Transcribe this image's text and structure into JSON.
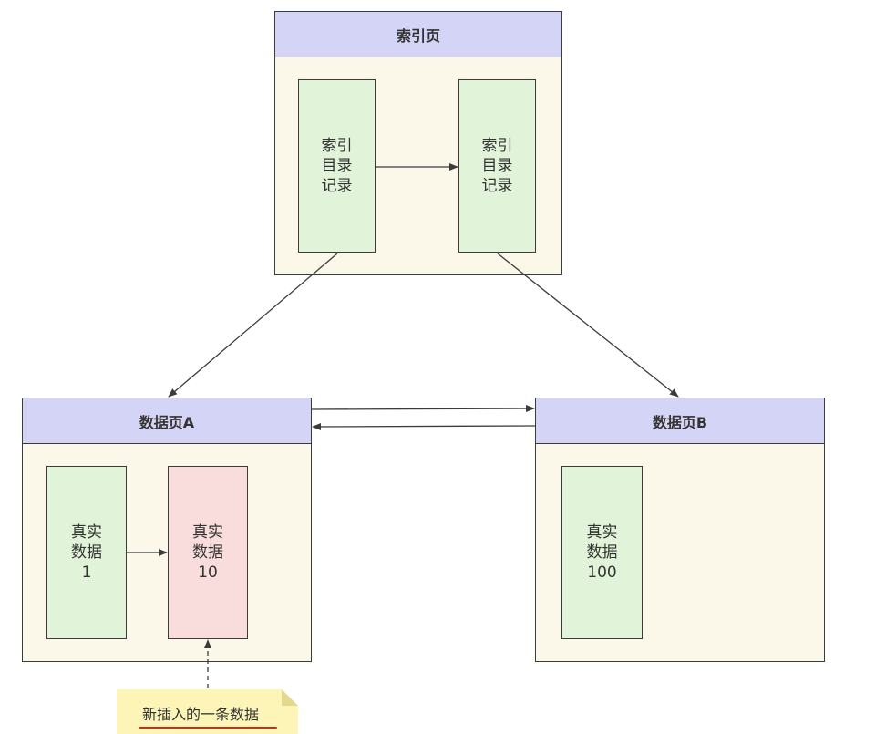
{
  "index_page": {
    "title": "索引页",
    "records": [
      {
        "lines": [
          "索引",
          "目录",
          "记录"
        ]
      },
      {
        "lines": [
          "索引",
          "目录",
          "记录"
        ]
      }
    ]
  },
  "data_page_a": {
    "title": "数据页A",
    "records": [
      {
        "lines": [
          "真实",
          "数据",
          "1"
        ]
      },
      {
        "lines": [
          "真实",
          "数据",
          "10"
        ]
      }
    ]
  },
  "data_page_b": {
    "title": "数据页B",
    "records": [
      {
        "lines": [
          "真实",
          "数据",
          "100"
        ]
      }
    ]
  },
  "note": {
    "text": "新插入的一条数据"
  },
  "colors": {
    "header": "#d4d4f6",
    "panel": "#fbf8e9",
    "record": "#e1f3d8",
    "new_record": "#f9dcdc",
    "note": "#fdf5b8",
    "note_underline": "#d9261c",
    "line": "#3b3b3b"
  }
}
